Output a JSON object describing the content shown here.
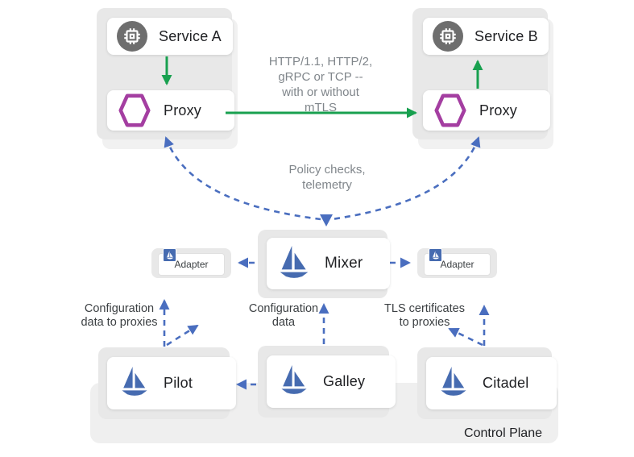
{
  "nodes": {
    "service_a": "Service A",
    "service_b": "Service B",
    "proxy": "Proxy",
    "mixer": "Mixer",
    "adapter": "Adapter",
    "pilot": "Pilot",
    "galley": "Galley",
    "citadel": "Citadel",
    "control_plane": "Control Plane"
  },
  "labels": {
    "protocols": "HTTP/1.1, HTTP/2,\ngRPC or TCP --\nwith or without\nmTLS",
    "policy": "Policy checks,\ntelemetry",
    "pilot_flow": "Configuration\ndata to proxies",
    "galley_flow": "Configuration\ndata",
    "citadel_flow": "TLS certificates\nto proxies"
  },
  "edges": [
    {
      "from": "service-a",
      "to": "proxy-left",
      "style": "solid-green"
    },
    {
      "from": "proxy-right",
      "to": "service-b",
      "style": "solid-green"
    },
    {
      "from": "proxy-left",
      "to": "proxy-right",
      "style": "solid-green",
      "label": "protocols"
    },
    {
      "from": "proxy-left",
      "to": "mixer",
      "style": "dashed-blue-bidirectional",
      "label": "policy"
    },
    {
      "from": "proxy-right",
      "to": "mixer",
      "style": "dashed-blue-bidirectional",
      "label": "policy"
    },
    {
      "from": "mixer",
      "to": "adapter-left",
      "style": "dashed-blue"
    },
    {
      "from": "mixer",
      "to": "adapter-right",
      "style": "dashed-blue"
    },
    {
      "from": "galley",
      "to": "pilot",
      "style": "dashed-blue"
    },
    {
      "from": "galley",
      "to": "mixer",
      "style": "dashed-blue",
      "label": "galley_flow"
    },
    {
      "from": "pilot",
      "to": "proxies",
      "style": "dashed-blue",
      "label": "pilot_flow"
    },
    {
      "from": "citadel",
      "to": "proxies",
      "style": "dashed-blue",
      "label": "citadel_flow"
    }
  ],
  "colors": {
    "istio_blue": "#466BB0",
    "arrow_blue": "#4A6EBF",
    "arrow_green": "#18A04F",
    "envoy_magenta": "#A43EA1",
    "container_gray": "#E8E8E8",
    "control_plane_gray": "#EFEFEF",
    "label_dark": "#202124",
    "annotation_gray": "#80868B",
    "service_icon_gray": "#6E6E6E"
  }
}
